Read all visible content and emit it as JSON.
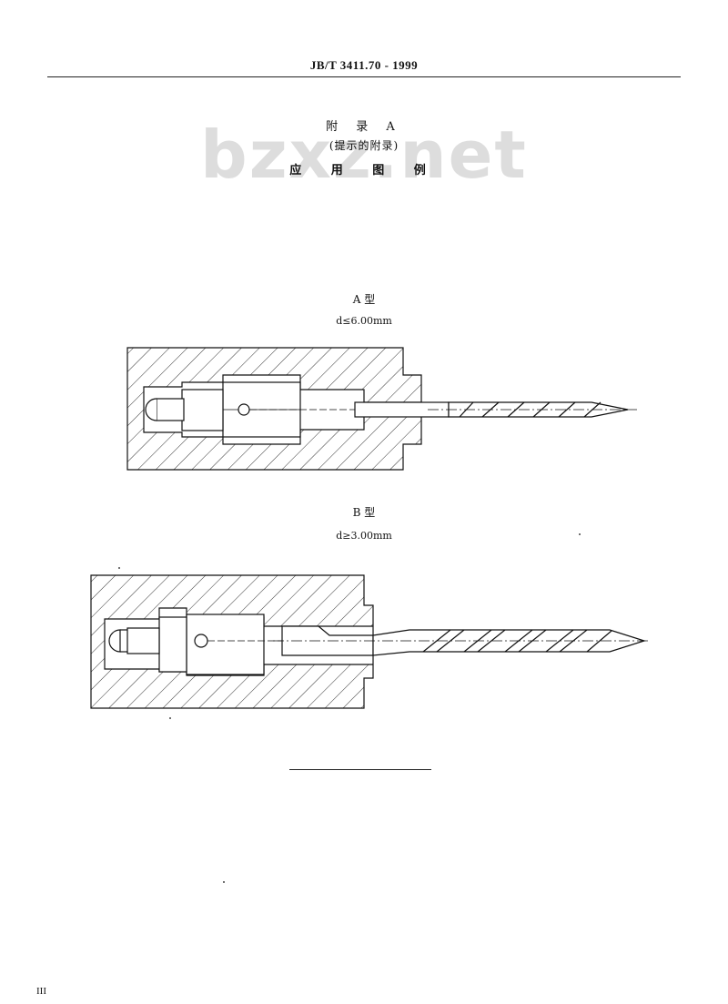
{
  "header": {
    "standard_code": "JB/T 3411.70 - 1999"
  },
  "watermark": {
    "text": "bzxz.net"
  },
  "annex": {
    "title": "附 录 A",
    "subtitle": "(提示的附录)",
    "heading": "应 用 图 例"
  },
  "figures": [
    {
      "type_label": "A 型",
      "condition": "d≤6.00mm"
    },
    {
      "type_label": "B 型",
      "condition": "d≥3.00mm"
    }
  ],
  "footer": {
    "page_number": "III"
  }
}
